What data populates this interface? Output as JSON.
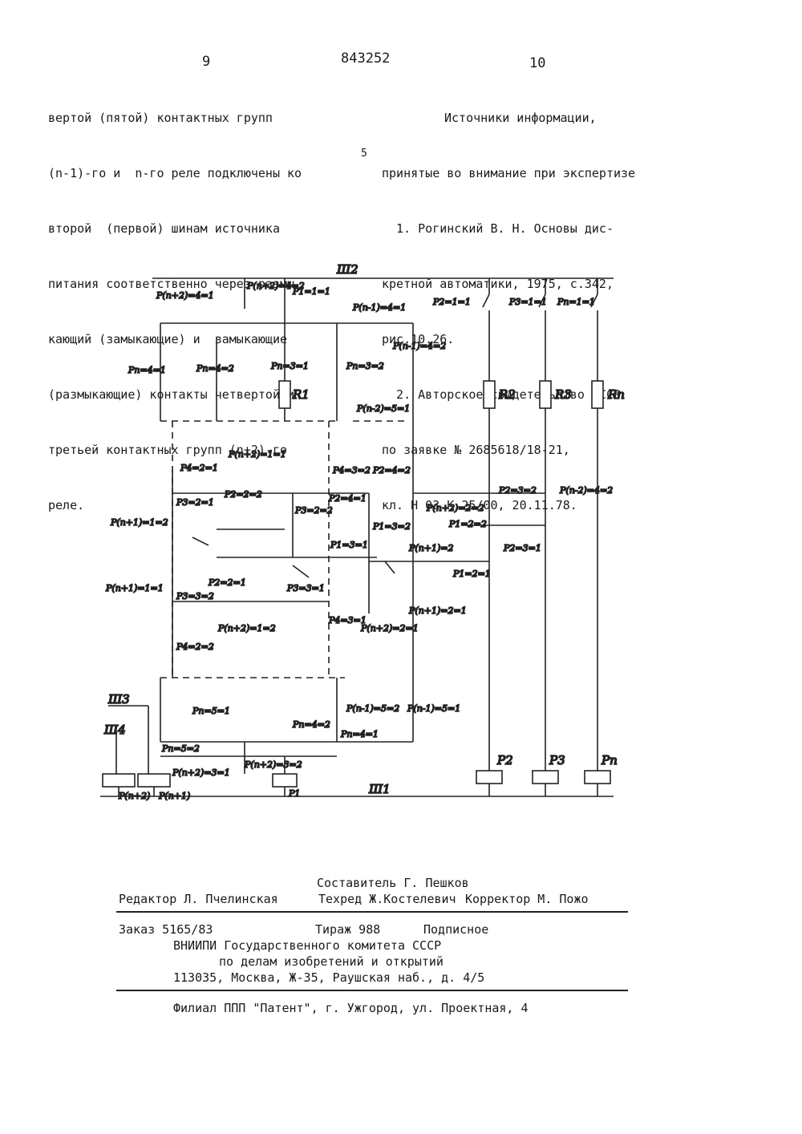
{
  "header": {
    "page_left": "9",
    "patent_number": "843252",
    "page_right": "10"
  },
  "left_column": [
    "вертой (пятой) контактных групп",
    "(n-1)-го и  n-го реле подключены ко",
    "второй  (первой) шинам источника",
    "питания соответственно через размы",
    "кающий (замыкающие) и  замыкающие",
    "(размыкающие) контакты четвертой и",
    "третьей контактных групп (n+2)-го",
    "реле."
  ],
  "margin_line_number": "5",
  "right_column": {
    "heading": "Источники информации,",
    "subheading": "принятые во внимание при экспертизе",
    "refs": [
      "  1. Рогинский В. Н. Основы дис-",
      "кретной автоматики, 1975, с.342,",
      "рис.10.26.",
      "  2. Авторское свидетельство СССР",
      "по заявке № 2685618/18-21,",
      "кл. Н 03 К 25/00, 20.11.78."
    ]
  },
  "circuit_labels": {
    "bus_w2": "Ш2",
    "bus_w1": "Ш1",
    "bus_w3": "Ш3",
    "bus_w4": "Ш4",
    "R1": "R1",
    "R2": "R2",
    "R3": "R3",
    "Rn": "Rn",
    "P1": "P1",
    "P2": "P2",
    "P3": "P3",
    "Pn": "Pn",
    "Pn2_coil": "P(n+2)",
    "Pn1_coil": "P(n+1)",
    "c01": "P(n+2)=4=1",
    "c02": "P(n+2)=4=2",
    "c03": "P1=1=1",
    "c04": "P(n-1)=4=1",
    "c05": "P(n-1)=4=2",
    "c06": "P2=1=1",
    "c07": "P3=1=1",
    "c08": "Pn=1=1",
    "c09": "Pn=4=1",
    "c10": "Pn=4=2",
    "c11": "Pn=3=1",
    "c12": "Pn=3=2",
    "c13": "P(n-2)=5=1",
    "c14": "P(n+2)=1=1",
    "c15": "P4=2=1",
    "c16": "P4=3=2",
    "c17": "P2=4=2",
    "c18": "P3=2=1",
    "c19": "P2=2=2",
    "c20": "P3=2=2",
    "c21": "P2=4=1",
    "c22": "P(n+1)=1=2",
    "c23": "P(n+2)=2=2",
    "c24": "P1=3=2",
    "c25": "P1=2=2",
    "c26": "P1=3=1",
    "c27": "P(n+1)=2",
    "c28": "P1=2=1",
    "c29": "P(n+1)=1=1",
    "c30": "P2=2=1",
    "c31": "P3=3=2",
    "c32": "P3=3=1",
    "c33": "P(n+1)=2=1",
    "c34": "P(n+2)=1=2",
    "c35": "P4=3=1",
    "c36": "P(n+2)=2=1",
    "c37": "P4=2=2",
    "c38": "P2=3=2",
    "c39": "P(n-2)=4=2",
    "c40": "P2=3=1",
    "c41": "Pn=5=1",
    "c42": "P(n-1)=5=2",
    "c43": "P(n-1)=5=1",
    "c44": "Pn=4=2",
    "c45": "Pn=4=1",
    "c46": "Pn=5=2",
    "c47": "P(n+2)=3=1",
    "c48": "P(n+2)=3=2"
  },
  "footer": {
    "compiler": "Составитель Г. Пешков",
    "editor": "Редактор Л. Пчелинская",
    "techred": "Техред Ж.Костелевич",
    "corrector": "Корректор М. Пожо",
    "order": "Заказ 5165/83",
    "print_run": "Тираж 988",
    "subscription": "Подписное",
    "org1": "ВНИИПИ Государственного комитета СССР",
    "org2": "по делам изобретений и открытий",
    "address": "113035, Москва, Ж-35, Раушская наб., д. 4/5",
    "branch": "Филиал ППП \"Патент\", г. Ужгород, ул. Проектная, 4"
  }
}
